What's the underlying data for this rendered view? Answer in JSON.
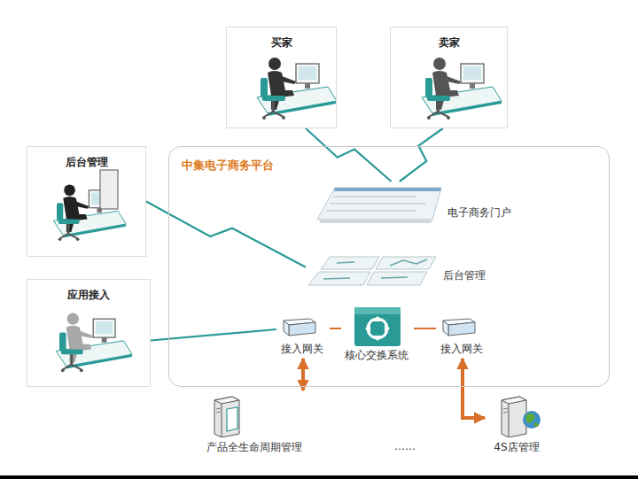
{
  "diagram": {
    "nodes": [
      {
        "text": [
          "买家"
        ]
      },
      {
        "text": [
          "卖家"
        ]
      },
      {
        "text": [
          "后台管理"
        ]
      },
      {
        "text": [
          "中集电子商务平台"
        ]
      },
      {
        "text": [
          "电子商务门户"
        ],
        "in": 3
      },
      {
        "text": [
          "后台管理"
        ],
        "in": 3
      },
      {
        "text": [
          "应用接入"
        ]
      },
      {
        "text": [
          "接入网关"
        ],
        "in": 3
      },
      {
        "text": [
          "核心交换系统"
        ],
        "in": 3
      },
      {
        "text": [
          "接入网关"
        ],
        "in": 3
      },
      {
        "text": [
          "产品全生命周期管理"
        ]
      },
      {
        "text": [
          "4S店管理"
        ]
      }
    ],
    "edges": [
      {
        "from": 0,
        "to": 4,
        "arrow": "none"
      },
      {
        "from": 1,
        "to": 4,
        "arrow": "none"
      },
      {
        "from": 2,
        "to": 5,
        "arrow": "none"
      },
      {
        "from": 6,
        "to": 7,
        "arrow": "none"
      },
      {
        "from": 7,
        "to": 8,
        "arrow": "none"
      },
      {
        "from": 8,
        "to": 9,
        "arrow": "none"
      },
      {
        "from": 10,
        "to": 7,
        "arrow": "both"
      },
      {
        "from": 11,
        "to": 9,
        "arrow": "both"
      }
    ],
    "labels": [
      "……"
    ]
  }
}
